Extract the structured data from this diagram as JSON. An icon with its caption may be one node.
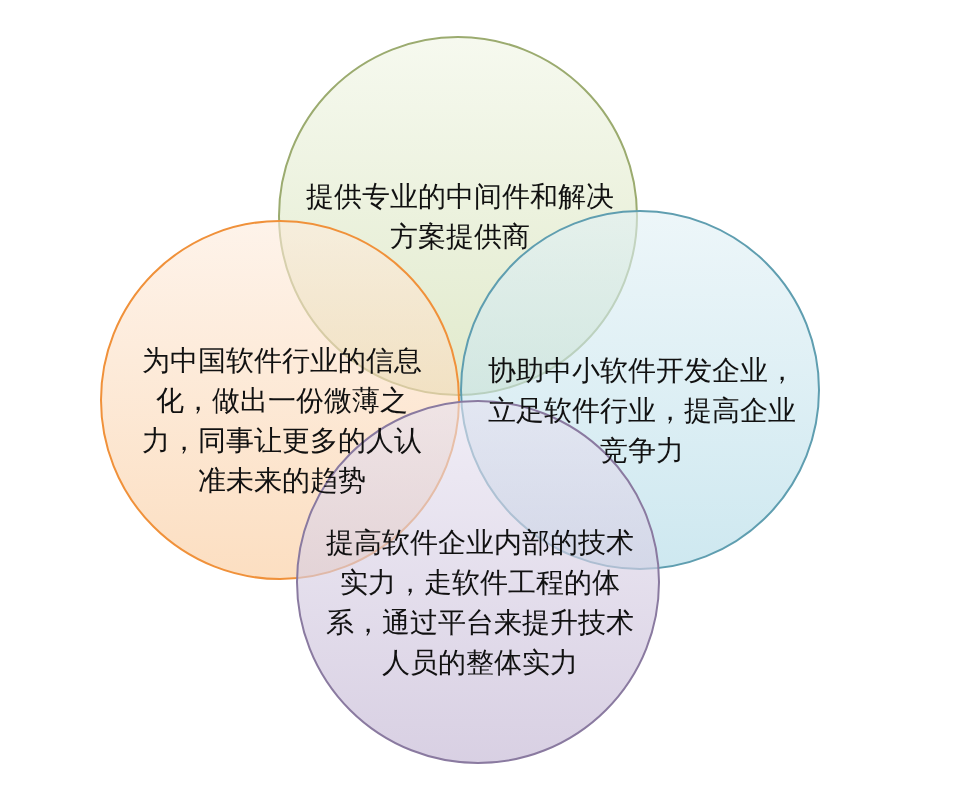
{
  "diagram": {
    "nodes": [
      {
        "text": [
          "提供专业的中间件和解决方案提供商"
        ]
      },
      {
        "text": [
          "为中国软件行业的信息化，做出一份微薄之力，同事让更多的人认准未来的趋势"
        ]
      },
      {
        "text": [
          "协助中小软件开发企业，立足软件行业，提高企业竞争力"
        ]
      },
      {
        "text": [
          "提高软件企业内部的技术实力，走软件工程的体系，通过平台来提升技术人员的整体实力"
        ]
      }
    ]
  }
}
